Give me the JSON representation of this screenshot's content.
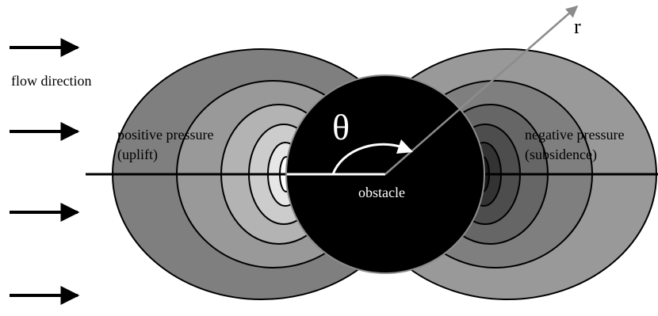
{
  "labels": {
    "flow_direction": "flow direction",
    "positive_pressure_line1": "positive pressure",
    "positive_pressure_line2": "(uplift)",
    "negative_pressure_line1": "negative pressure",
    "negative_pressure_line2": "(subsidence)",
    "obstacle": "obstacle",
    "theta": "θ",
    "r": "r"
  },
  "colors": {
    "background": "#ffffff",
    "obstacle_fill": "#000000",
    "positive_contours": [
      "#7f7f7f",
      "#999999",
      "#b3b3b3",
      "#cccccc",
      "#e6e6e6",
      "#ffffff"
    ],
    "negative_contours": [
      "#999999",
      "#7f7f7f",
      "#666666",
      "#4d4d4d",
      "#333333",
      "#1a1a1a"
    ],
    "radius_line": "#8c8c8c",
    "angle_arc": "#ffffff"
  },
  "icons": [
    "flow-arrow",
    "radius-arrow",
    "angle-arc-arrow"
  ]
}
